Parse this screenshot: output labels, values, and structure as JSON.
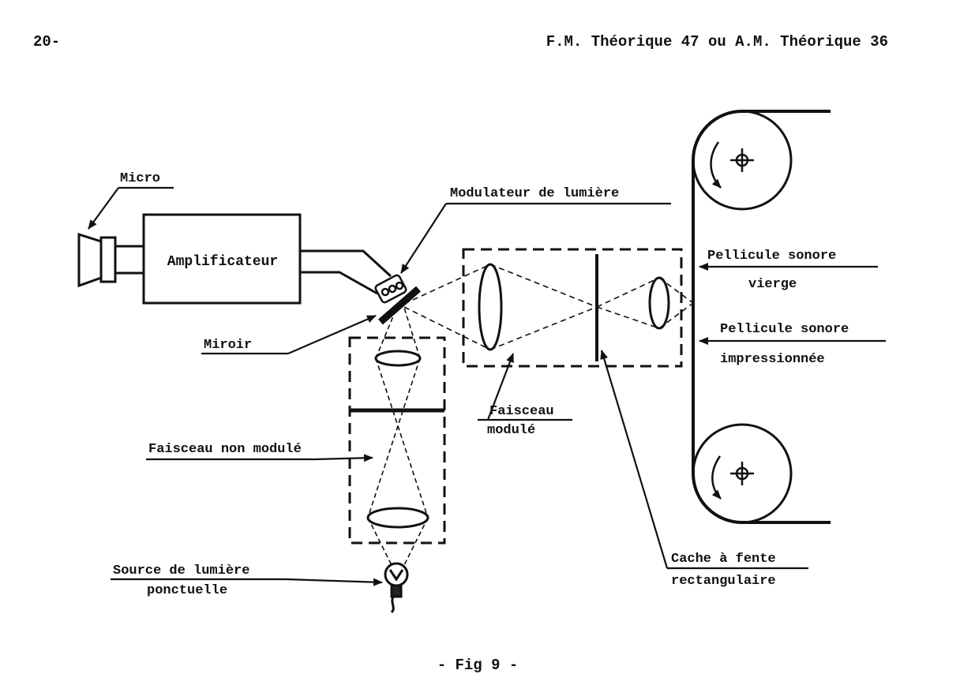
{
  "header": {
    "page_number": "20-",
    "title": "F.M. Théorique 47  ou  A.M. Théorique 36"
  },
  "diagram": {
    "box_label": "Amplificateur",
    "labels": {
      "micro": "Micro",
      "modulateur": "Modulateur de lumière",
      "miroir": "Miroir",
      "faisceau_non_module": "Faisceau non modulé",
      "source_line1": "Source de lumière",
      "source_line2": "ponctuelle",
      "faisceau_module_line1": "Faisceau",
      "faisceau_module_line2": "modulé",
      "pellicule_vierge_line1": "Pellicule sonore",
      "pellicule_vierge_line2": "vierge",
      "pellicule_impr_line1": "Pellicule sonore",
      "pellicule_impr_line2": "impressionnée",
      "cache_line1": "Cache à fente",
      "cache_line2": "rectangulaire"
    }
  },
  "caption": "- Fig 9 -"
}
